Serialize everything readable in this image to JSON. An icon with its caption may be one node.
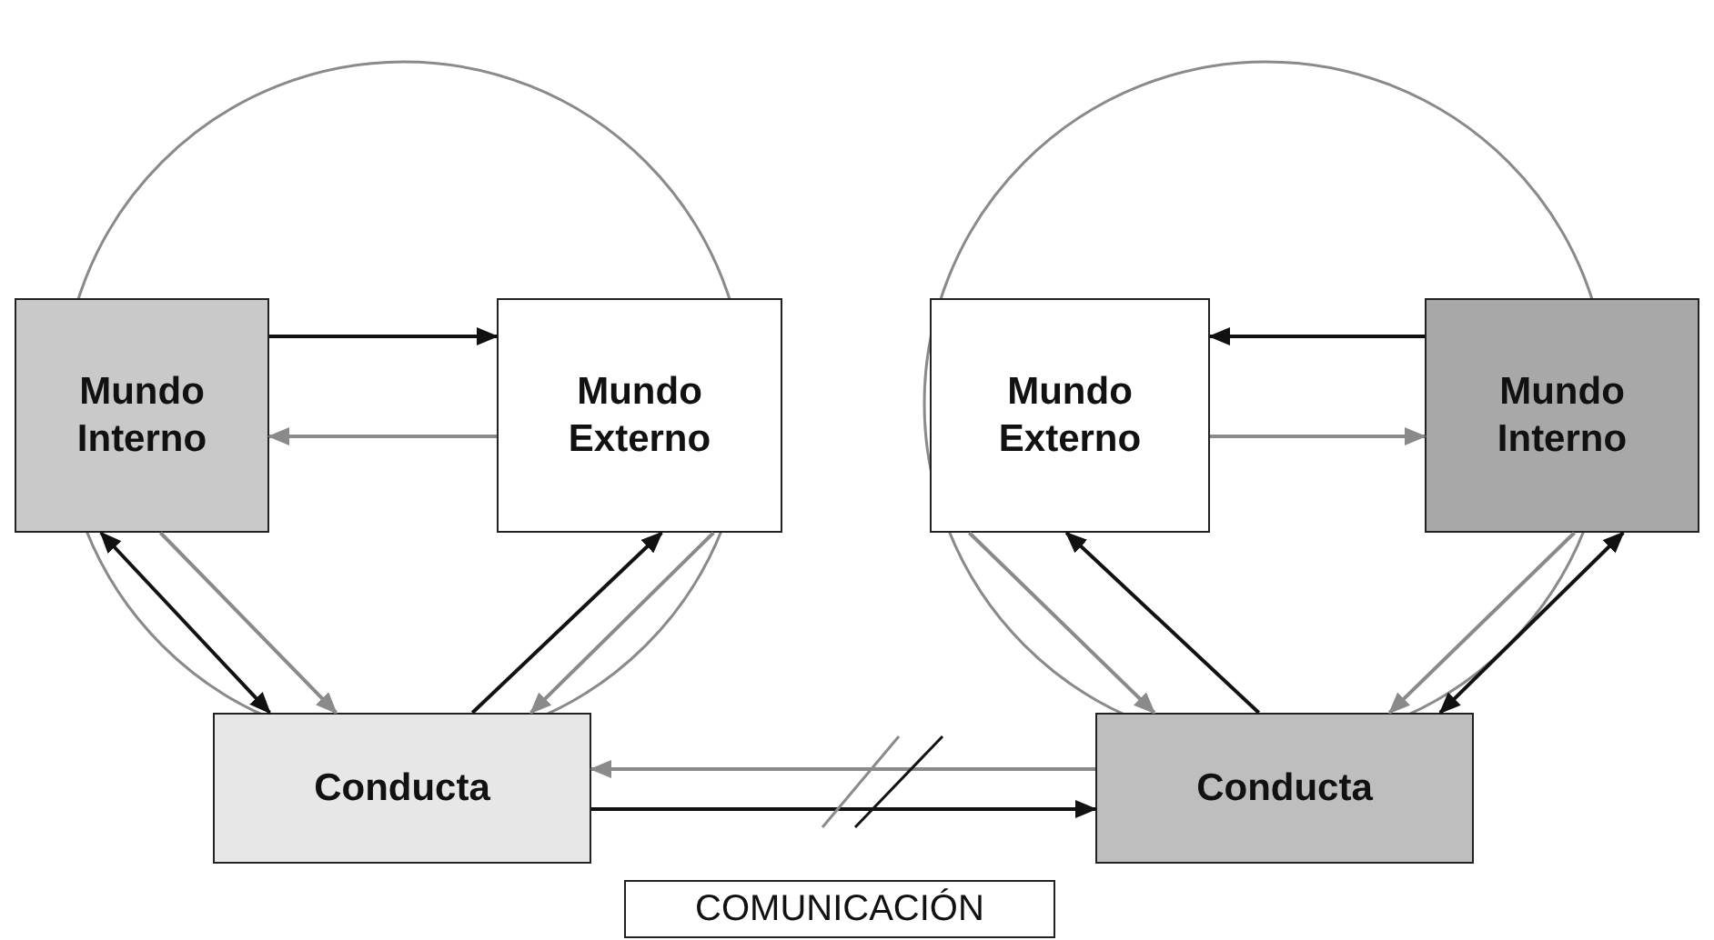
{
  "diagram": {
    "nodes": [
      {
        "text": [
          "Mundo Interno"
        ]
      },
      {
        "text": [
          "Mundo Externo"
        ]
      },
      {
        "text": [
          "Conducta"
        ]
      },
      {
        "text": [
          "Mundo Externo"
        ]
      },
      {
        "text": [
          "Mundo Interno"
        ]
      },
      {
        "text": [
          "Conducta"
        ]
      },
      {
        "text": [
          "COMUNICACIÓN"
        ]
      }
    ],
    "edges": [
      {
        "from": 0,
        "to": 1,
        "arrow": "to"
      },
      {
        "from": 1,
        "to": 0,
        "arrow": "to",
        "color": "#8a8a8a"
      },
      {
        "from": 0,
        "to": 2,
        "arrow": "both"
      },
      {
        "from": 0,
        "to": 2,
        "arrow": "to",
        "color": "#8a8a8a"
      },
      {
        "from": 2,
        "to": 1,
        "arrow": "to"
      },
      {
        "from": 1,
        "to": 2,
        "arrow": "to",
        "color": "#8a8a8a"
      },
      {
        "from": 4,
        "to": 3,
        "arrow": "to"
      },
      {
        "from": 3,
        "to": 4,
        "arrow": "to",
        "color": "#8a8a8a"
      },
      {
        "from": 3,
        "to": 5,
        "arrow": "to",
        "color": "#8a8a8a"
      },
      {
        "from": 5,
        "to": 3,
        "arrow": "to"
      },
      {
        "from": 4,
        "to": 5,
        "arrow": "to",
        "color": "#8a8a8a"
      },
      {
        "from": 4,
        "to": 5,
        "arrow": "both"
      },
      {
        "from": 5,
        "to": 2,
        "arrow": "to",
        "color": "#8a8a8a"
      },
      {
        "from": 2,
        "to": 5,
        "arrow": "to"
      }
    ]
  }
}
